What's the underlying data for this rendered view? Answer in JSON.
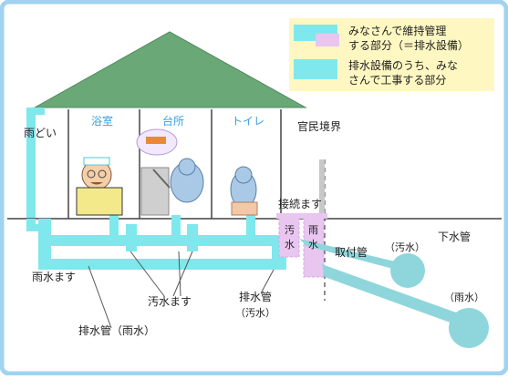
{
  "legend": {
    "item1_line1": "みなさんで維持管理",
    "item1_line2": "する部分（＝排水設備）",
    "item2_line1": "排水設備のうち、みな",
    "item2_line2": "さんで工事する部分"
  },
  "rooms": {
    "bath": "浴室",
    "kitchen": "台所",
    "toilet": "トイレ"
  },
  "labels": {
    "gutter": "雨どい",
    "boundary": "官民境界",
    "connection_basin": "接続ます",
    "sewage_char1": "汚",
    "sewage_char2": "水",
    "rain_char1": "雨",
    "rain_char2": "水",
    "sewer_main": "下水管",
    "service_pipe": "取付管",
    "sewage_paren": "（汚水）",
    "rain_paren": "（雨水）",
    "rain_basin": "雨水ます",
    "sewage_basin": "汚水ます",
    "drain_sewage_line1": "排水管",
    "drain_sewage_line2": "（汚水）",
    "drain_rain": "排水管（雨水）"
  },
  "colors": {
    "frame": "#9fd3f0",
    "pipe": "#7fe8ec",
    "pink": "#e8c6f0",
    "roof": "#6aa878",
    "legend_bg": "#fff7c2",
    "room_label": "#3aa0e0"
  }
}
